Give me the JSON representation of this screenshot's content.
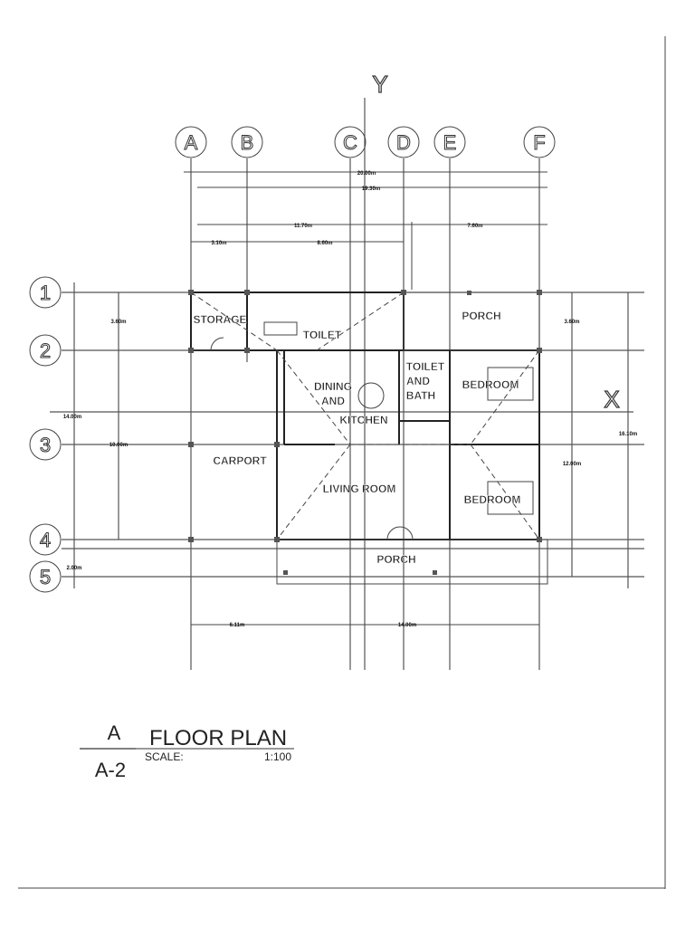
{
  "axes": {
    "y": "Y",
    "x": "X"
  },
  "grid_columns": [
    "A",
    "B",
    "C",
    "D",
    "E",
    "F"
  ],
  "grid_rows": [
    "1",
    "2",
    "3",
    "4",
    "5"
  ],
  "dimensions": {
    "top_overall": "20.00m",
    "top_second": "19.30m",
    "top_left": "11.70m",
    "top_right": "7.60m",
    "top_ab": "3.10m",
    "top_bd": "8.60m",
    "left_12": "3.60m",
    "left_overall": "14.00m",
    "left_24": "10.00m",
    "left_45": "2.00m",
    "right_12": "3.60m",
    "right_overall": "16.10m",
    "right_25": "12.00m",
    "bottom_left": "6.11m",
    "bottom_right": "14.00m"
  },
  "rooms": {
    "storage": "STORAGE",
    "toilet": "TOILET",
    "porch_top": "PORCH",
    "dining": [
      "DINING",
      "AND",
      "KITCHEN"
    ],
    "toilet_bath": [
      "TOILET",
      "AND",
      "BATH"
    ],
    "bedroom_1": "BEDROOM",
    "bedroom_2": "BEDROOM",
    "carport": "CARPORT",
    "living": "LIVING ROOM",
    "porch_bottom": "PORCH"
  },
  "title_block": {
    "detail": "A",
    "sheet": "A-2",
    "title": "FLOOR PLAN",
    "scale_label": "SCALE:",
    "scale_value": "1:100"
  }
}
